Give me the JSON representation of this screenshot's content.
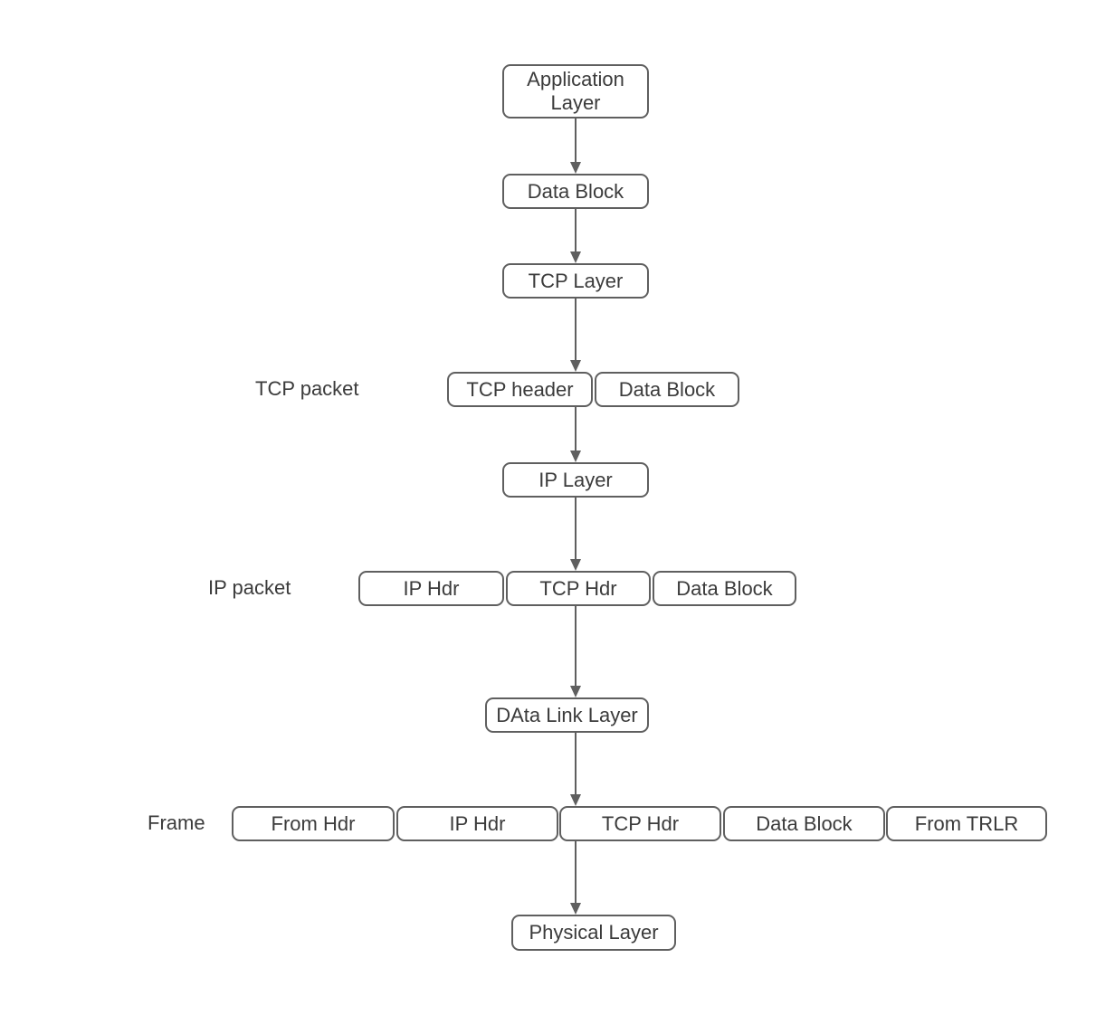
{
  "diagram": {
    "description": "TCP/IP encapsulation flow diagram",
    "colors": {
      "border": "#5f5f5f",
      "text": "#3b3b3b",
      "arrow": "#5f5f5f",
      "background": "#ffffff"
    },
    "nodes": {
      "application_layer": "Application Layer",
      "data_block_top": "Data Block",
      "tcp_layer": "TCP Layer",
      "tcp_header": "TCP header",
      "tcp_packet_data_block": "Data Block",
      "ip_layer": "IP Layer",
      "ip_packet_ip_hdr": "IP Hdr",
      "ip_packet_tcp_hdr": "TCP Hdr",
      "ip_packet_data_block": "Data Block",
      "data_link_layer": "DAta Link Layer",
      "frame_from_hdr": "From Hdr",
      "frame_ip_hdr": "IP Hdr",
      "frame_tcp_hdr": "TCP Hdr",
      "frame_data_block": "Data Block",
      "frame_from_trlr": "From TRLR",
      "physical_layer": "Physical Layer"
    },
    "row_labels": {
      "tcp_packet": "TCP packet",
      "ip_packet": "IP packet",
      "frame": "Frame"
    }
  }
}
